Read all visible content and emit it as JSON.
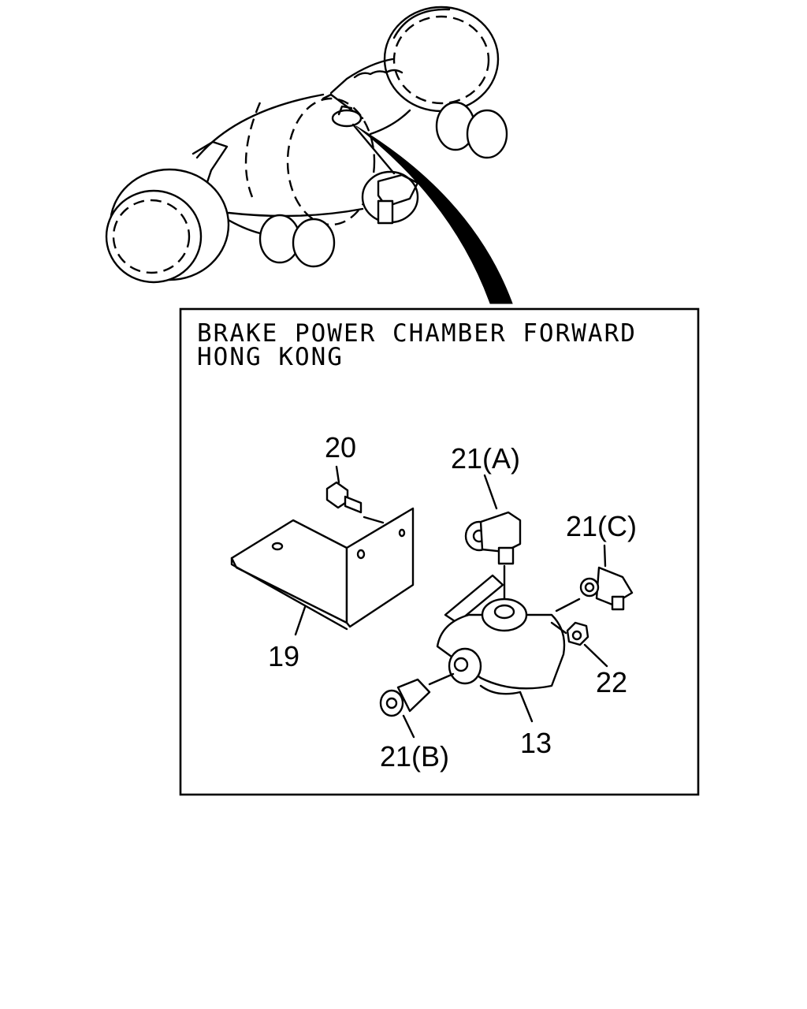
{
  "frame": {
    "title_line1": "BRAKE POWER CHAMBER FORWARD",
    "title_line2": "HONG KONG"
  },
  "callouts": {
    "c20": "20",
    "c21a": "21(A)",
    "c21c": "21(C)",
    "c19": "19",
    "c22": "22",
    "c13": "13",
    "c21b": "21(B)"
  }
}
